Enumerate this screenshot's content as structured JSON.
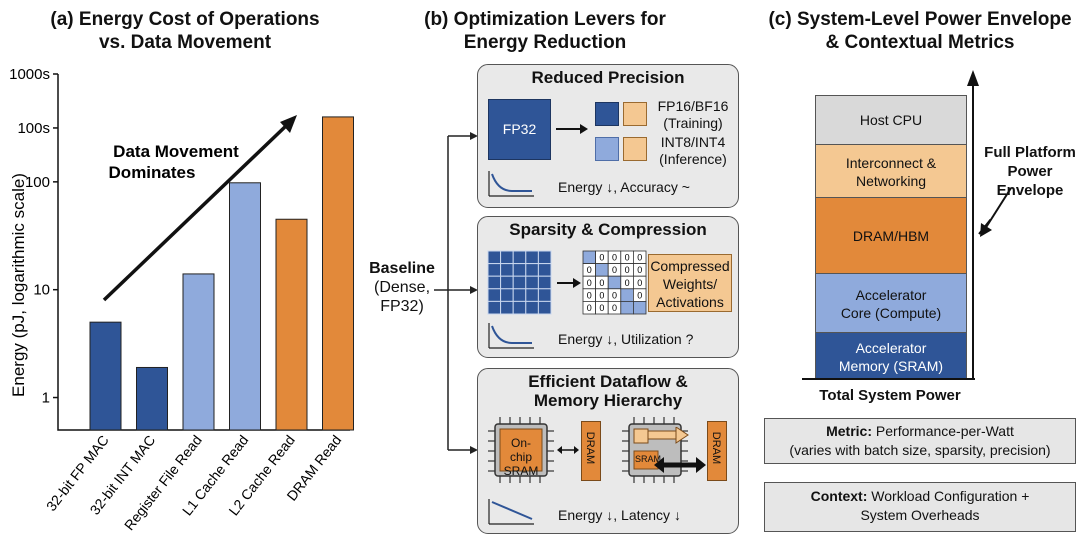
{
  "panel_a": {
    "title_line1": "(a) Energy Cost of Operations",
    "title_line2": "vs. Data Movement",
    "annotation_line1": "Data Movement",
    "annotation_line2": "Dominates",
    "colors": {
      "compute": "#2f5597",
      "cache": "#8faadc",
      "memory": "#e2893a"
    }
  },
  "chart_data": {
    "type": "bar",
    "ylabel": "Energy (pJ, logarithmic scale)",
    "yscale": "log",
    "ylim": [
      0.5,
      1000
    ],
    "yticks": [
      1,
      10,
      100,
      1000
    ],
    "yticklabels": [
      "1",
      "10",
      "100",
      "1000s"
    ],
    "extra_ticks": [
      {
        "value": 316,
        "label": "100s"
      }
    ],
    "categories": [
      "32-bit FP MAC",
      "32-bit INT MAC",
      "Register File Read",
      "L1 Cache Read",
      "L2 Cache Read",
      "DRAM Read"
    ],
    "values": [
      5,
      1.9,
      14,
      98,
      45,
      400
    ],
    "bar_groups": [
      "compute",
      "compute",
      "cache",
      "cache",
      "memory",
      "memory"
    ]
  },
  "panel_b": {
    "title_line1": "(b) Optimization Levers for",
    "title_line2": "Energy Reduction",
    "baseline": {
      "line1": "Baseline",
      "line2": "(Dense,",
      "line3": "FP32)"
    },
    "precision": {
      "title": "Reduced Precision",
      "fp32": "FP32",
      "fp16_line1": "FP16/BF16",
      "fp16_line2": "(Training)",
      "int8_line1": "INT8/INT4",
      "int8_line2": "(Inference)",
      "effect": "Energy ↓, Accuracy ~"
    },
    "sparsity": {
      "title": "Sparsity & Compression",
      "compressed_line1": "Compressed",
      "compressed_line2": "Weights/",
      "compressed_line3": "Activations",
      "zero": "0",
      "effect": "Energy ↓, Utilization ?"
    },
    "dataflow": {
      "title_line1": "Efficient Dataflow &",
      "title_line2": "Memory Hierarchy",
      "onchip_line1": "On-chip",
      "onchip_line2": "SRAM",
      "dram": "DRAM",
      "sram": "SRAM",
      "effect": "Energy ↓, Latency ↓"
    }
  },
  "panel_c": {
    "title_line1": "(c) System-Level Power Envelope",
    "title_line2": "& Contextual Metrics",
    "stack": [
      {
        "line1": "Host CPU",
        "line2": "",
        "color": "#d9d9d9",
        "text_color": "#111111"
      },
      {
        "line1": "Interconnect &",
        "line2": "Networking",
        "color": "#f4c892",
        "text_color": "#111111"
      },
      {
        "line1": "DRAM/HBM",
        "line2": "",
        "color": "#e2893a",
        "text_color": "#111111"
      },
      {
        "line1": "Accelerator",
        "line2": "Core (Compute)",
        "color": "#8faadc",
        "text_color": "#111111"
      },
      {
        "line1": "Accelerator",
        "line2": "Memory (SRAM)",
        "color": "#2f5597",
        "text_color": "#ffffff"
      }
    ],
    "xlabel": "Total System Power",
    "envelope_line1": "Full Platform",
    "envelope_line2": "Power",
    "envelope_line3": "Envelope",
    "metric_label": "Metric:",
    "metric_text": " Performance-per-Watt",
    "metric_line2": "(varies with batch size, sparsity, precision)",
    "context_label": "Context:",
    "context_text": " Workload Configuration +",
    "context_line2": "System Overheads"
  }
}
